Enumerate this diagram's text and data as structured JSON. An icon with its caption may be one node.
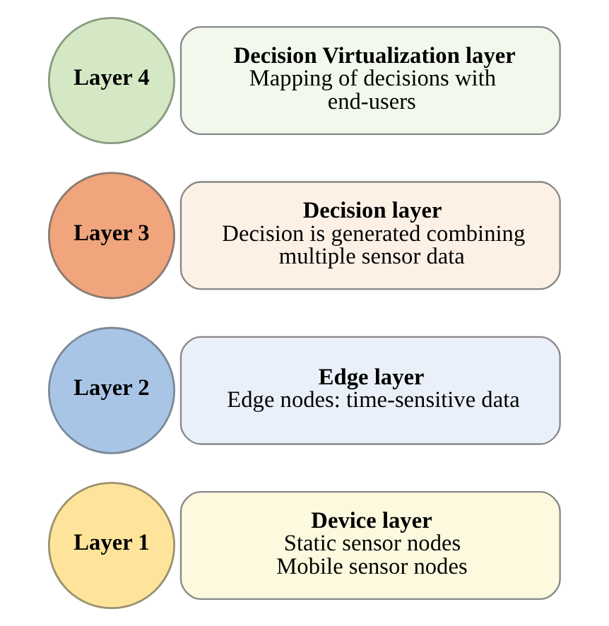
{
  "diagram": {
    "nodes": [
      {
        "text": [
          "Layer 4"
        ]
      },
      {
        "text": [
          "Decision Virtualization layer",
          "Mapping of decisions with end-users"
        ]
      },
      {
        "text": [
          "Layer 3"
        ]
      },
      {
        "text": [
          "Decision layer",
          "Decision is generated combining multiple sensor data"
        ]
      },
      {
        "text": [
          "Layer 2"
        ]
      },
      {
        "text": [
          "Edge layer",
          "Edge nodes: time-sensitive data"
        ]
      },
      {
        "text": [
          "Layer 1"
        ]
      },
      {
        "text": [
          "Device layer",
          "Static sensor nodes",
          "Mobile sensor nodes"
        ]
      }
    ]
  }
}
